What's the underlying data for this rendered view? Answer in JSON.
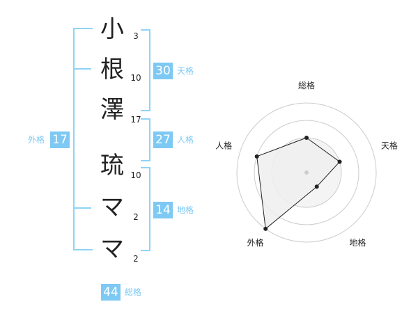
{
  "name": {
    "chars": [
      {
        "char": "小",
        "strokes": "3"
      },
      {
        "char": "根",
        "strokes": "10"
      },
      {
        "char": "澤",
        "strokes": "17"
      },
      {
        "char": "琉",
        "strokes": "10"
      },
      {
        "char": "マ",
        "strokes": "2"
      },
      {
        "char": "マ",
        "strokes": "2"
      }
    ]
  },
  "fortunes": {
    "tenkaku": {
      "value": "30",
      "label": "天格"
    },
    "jinkaku": {
      "value": "27",
      "label": "人格"
    },
    "chikaku": {
      "value": "14",
      "label": "地格"
    },
    "gaikaku": {
      "value": "17",
      "label": "外格"
    },
    "soukaku": {
      "value": "44",
      "label": "総格"
    }
  },
  "colors": {
    "accent": "#7dc9f4",
    "bracket": "#8fd3f8",
    "polygon_fill": "#eeeeee",
    "polygon_stroke": "#222222",
    "ring": "#cccccc"
  },
  "chart_data": {
    "type": "radar",
    "axes": [
      "総格",
      "天格",
      "地格",
      "外格",
      "人格"
    ],
    "max": 4,
    "values": [
      2,
      2,
      1,
      4,
      3
    ]
  }
}
